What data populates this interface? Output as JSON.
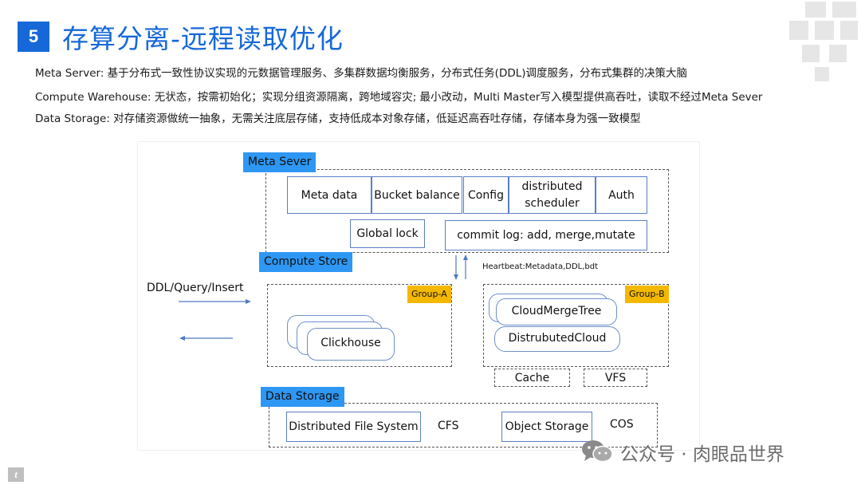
{
  "header": {
    "number": "5",
    "title": "存算分离-远程读取优化"
  },
  "descriptions": [
    "Meta Server: 基于分布式一致性协议实现的元数据管理服务、多集群数据均衡服务，分布式任务(DDL)调度服务，分布式集群的决策大脑",
    "Compute Warehouse: 无状态，按需初始化；实现分组资源隔离，跨地域容灾; 最小改动，Multi Master写入模型提供高吞吐，读取不经过Meta Sever",
    "Data Storage: 对存储资源做统一抽象，无需关注底层存储，支持低成本对象存储，低延迟高吞吐存储，存储本身为强一致模型"
  ],
  "diagram": {
    "meta": {
      "label": "Meta Sever",
      "row1": [
        "Meta data",
        "Bucket balance",
        "Config",
        "distributed\nscheduler",
        "Auth"
      ],
      "global_lock": "Global lock",
      "commit_log": "commit log:   add, merge,mutate"
    },
    "heartbeat": "Heartbeat:Metadata,DDL,bdt",
    "compute": {
      "label": "Compute Store",
      "client": "DDL/Query/Insert",
      "group_a": "Group-A",
      "group_b": "Group-B",
      "clickhouse": "Clickhouse",
      "cloud_merge_tree": "CloudMergeTree",
      "distributed_cloud": "DistrubutedCloud",
      "cache": "Cache",
      "vfs": "VFS"
    },
    "storage": {
      "label": "Data Storage",
      "dfs": "Distributed File System",
      "cfs": "CFS",
      "object_storage": "Object Storage",
      "cos": "COS"
    }
  },
  "watermark": {
    "text": "公众号 · 肉眼品世界"
  },
  "colors": {
    "brand_blue": "#1668d8",
    "label_blue": "#2e97f4",
    "group_yellow": "#f4b800"
  }
}
